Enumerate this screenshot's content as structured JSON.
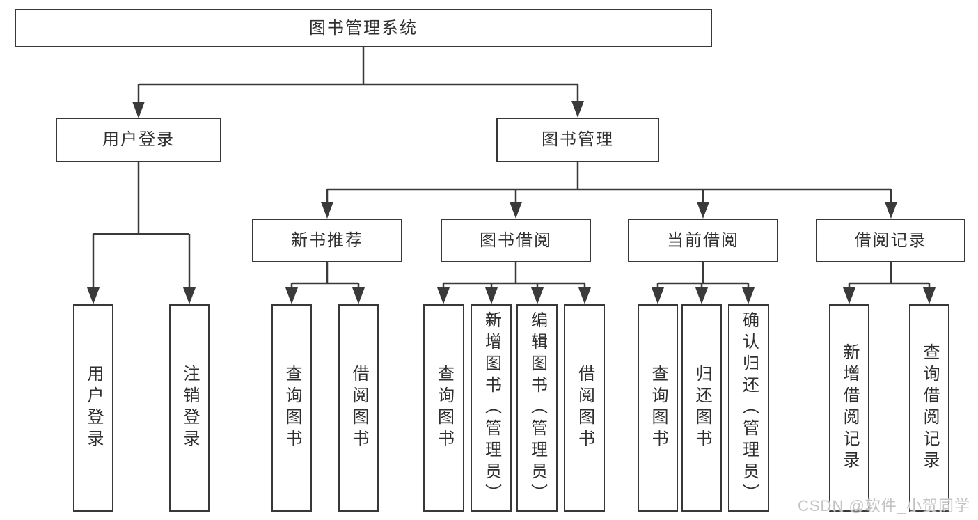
{
  "diagram": {
    "type": "tree",
    "root": {
      "label": "图书管理系统"
    },
    "branches": [
      {
        "label": "用户登录",
        "children": [
          {
            "label": "用户登录"
          },
          {
            "label": "注销登录"
          }
        ]
      },
      {
        "label": "图书管理",
        "children": [
          {
            "label": "新书推荐",
            "children": [
              {
                "label": "查询图书"
              },
              {
                "label": "借阅图书"
              }
            ]
          },
          {
            "label": "图书借阅",
            "children": [
              {
                "label": "查询图书"
              },
              {
                "label": "新增图书（管理员）"
              },
              {
                "label": "编辑图书（管理员）"
              },
              {
                "label": "借阅图书"
              }
            ]
          },
          {
            "label": "当前借阅",
            "children": [
              {
                "label": "查询图书"
              },
              {
                "label": "归还图书"
              },
              {
                "label": "确认归还（管理员）"
              }
            ]
          },
          {
            "label": "借阅记录",
            "children": [
              {
                "label": "新增借阅记录"
              },
              {
                "label": "查询借阅记录"
              }
            ]
          }
        ]
      }
    ],
    "colors": {
      "line": "#3a3a3a",
      "box_border": "#383838",
      "text": "#2f2f2f",
      "background": "#ffffff",
      "watermark_text": "#c3c3c3"
    }
  },
  "watermark": {
    "text": "CSDN @软件_小贺同学"
  }
}
